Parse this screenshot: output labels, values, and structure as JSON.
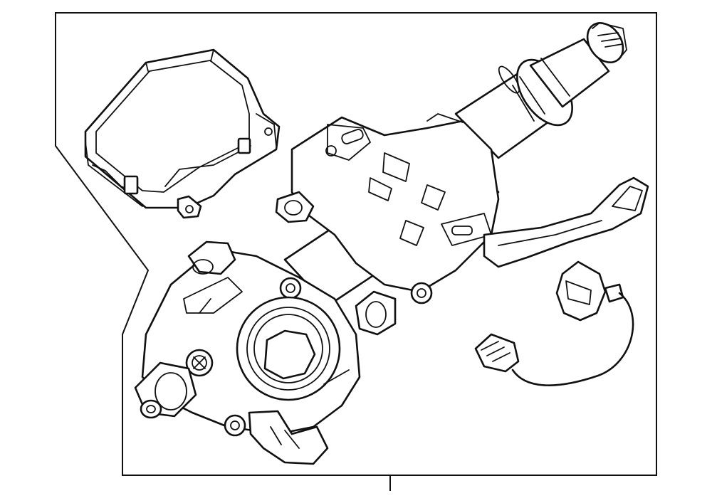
{
  "diagram": {
    "colors": {
      "line": "#111111",
      "background": "#ffffff"
    },
    "components": [
      "ecu-module",
      "steering-column-shaft",
      "column-bracket",
      "tilt-lever",
      "motor-gear-housing",
      "wiring-harness"
    ],
    "callout_labels": []
  }
}
